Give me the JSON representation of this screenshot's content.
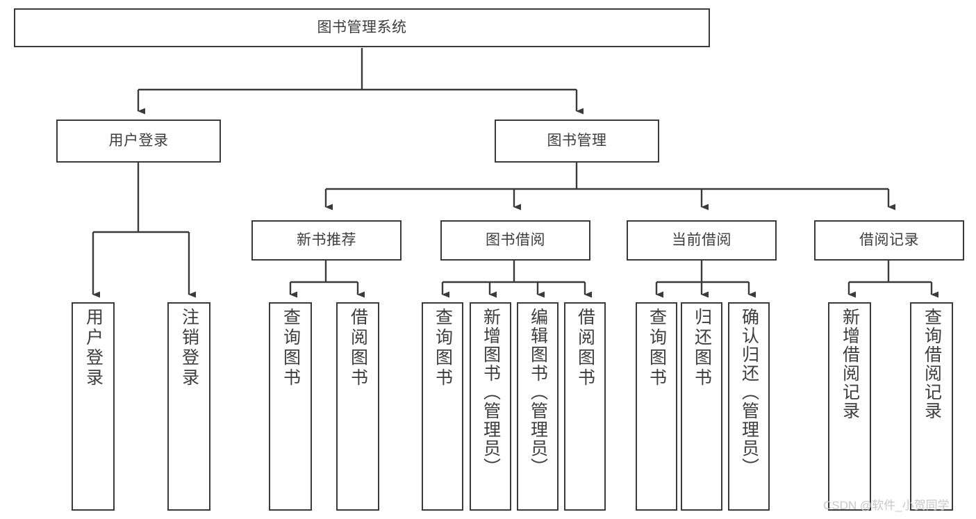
{
  "diagram": {
    "type": "tree-hierarchy-chart",
    "title": "图书管理系统",
    "line_color": "#3a3a3a",
    "box_fill": "#ffffff",
    "text_color": "#3d3d3d",
    "nodes": {
      "root": {
        "label": "图书管理系统"
      },
      "level1": [
        {
          "id": "user-login",
          "label": "用户登录"
        },
        {
          "id": "book-manage",
          "label": "图书管理"
        }
      ],
      "level2": [
        {
          "id": "new-book-recommend",
          "label": "新书推荐"
        },
        {
          "id": "book-borrow",
          "label": "图书借阅"
        },
        {
          "id": "current-borrow",
          "label": "当前借阅"
        },
        {
          "id": "borrow-record",
          "label": "借阅记录"
        }
      ],
      "leaves": {
        "user_login": [
          {
            "id": "leaf-user-login",
            "label": "用户登录"
          },
          {
            "id": "leaf-logout-login",
            "label": "注销登录"
          }
        ],
        "new_book_recommend": [
          {
            "id": "leaf-query-book-1",
            "label": "查询图书"
          },
          {
            "id": "leaf-borrow-book-1",
            "label": "借阅图书"
          }
        ],
        "book_borrow": [
          {
            "id": "leaf-query-book-2",
            "label": "查询图书"
          },
          {
            "id": "leaf-add-book",
            "label": "新增图书（管理员）"
          },
          {
            "id": "leaf-edit-book",
            "label": "编辑图书（管理员）"
          },
          {
            "id": "leaf-borrow-book-2",
            "label": "借阅图书"
          }
        ],
        "current_borrow": [
          {
            "id": "leaf-query-book-3",
            "label": "查询图书"
          },
          {
            "id": "leaf-return-book",
            "label": "归还图书"
          },
          {
            "id": "leaf-confirm-return",
            "label": "确认归还（管理员）"
          }
        ],
        "borrow_record": [
          {
            "id": "leaf-add-record",
            "label": "新增借阅记录"
          },
          {
            "id": "leaf-query-record",
            "label": "查询借阅记录"
          }
        ]
      }
    }
  },
  "watermark": {
    "text": "CSDN @软件_小贺同学"
  }
}
